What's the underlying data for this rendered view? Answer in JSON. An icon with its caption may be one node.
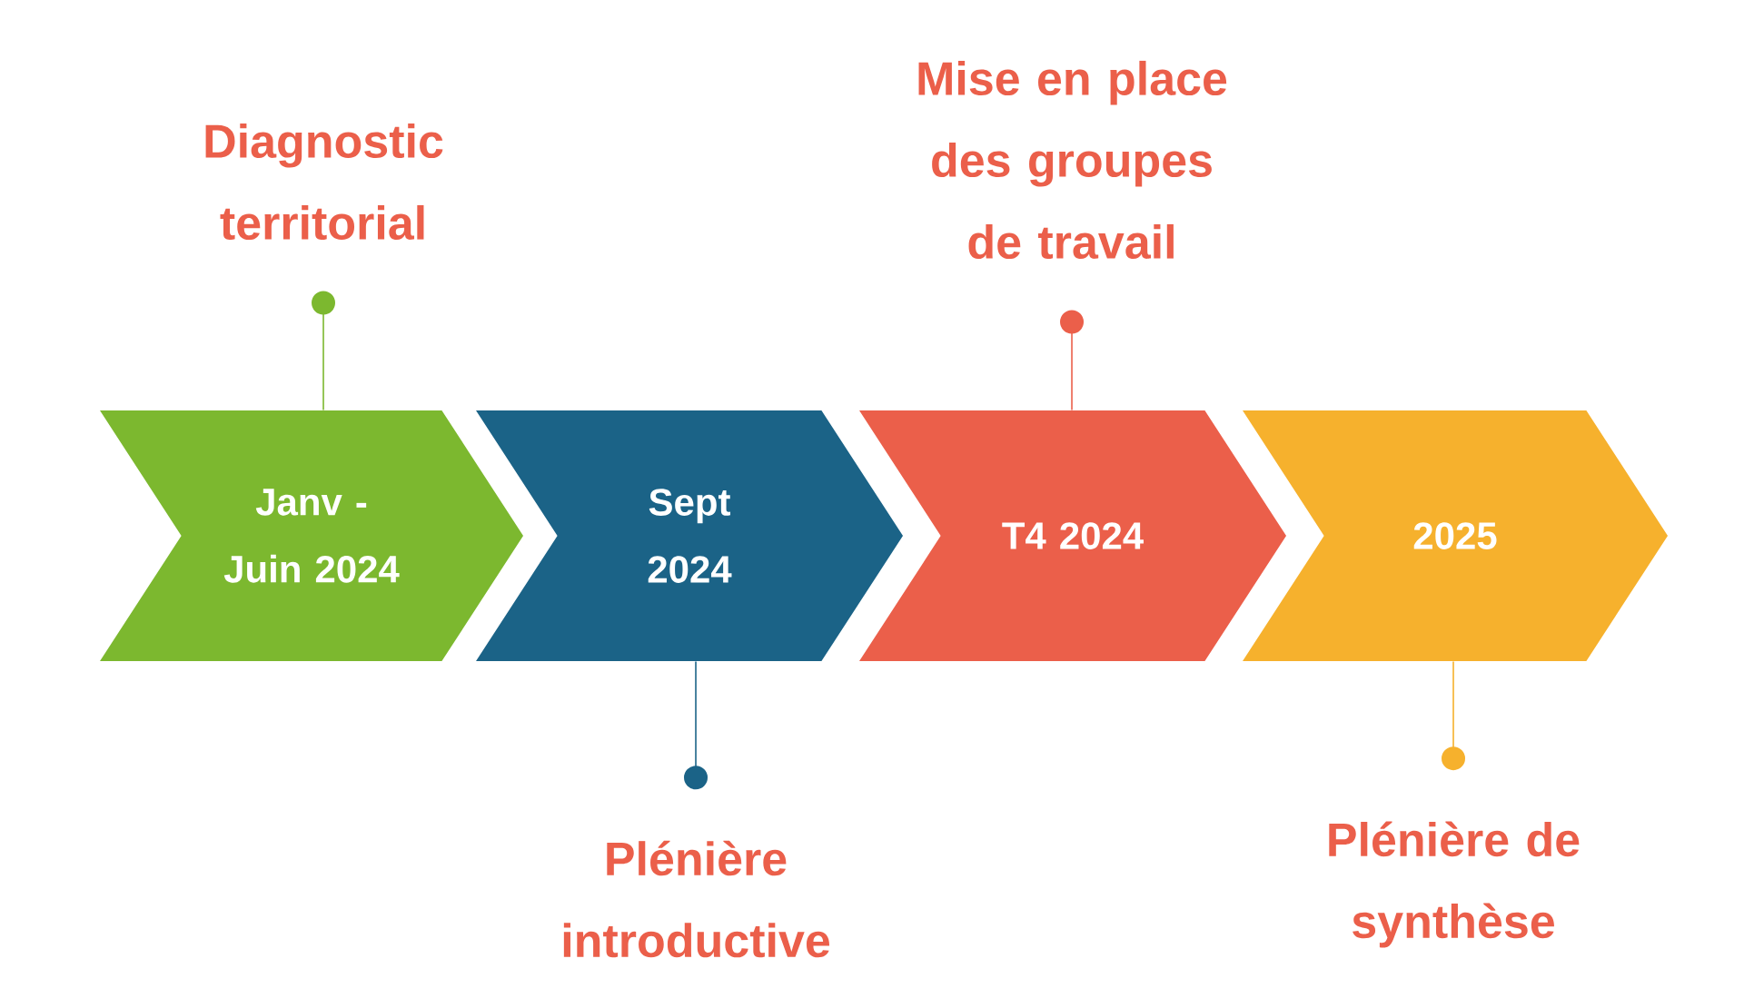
{
  "diagram": {
    "nodes": [
      {
        "text": [
          "Janv - Juin 2024"
        ]
      },
      {
        "text": [
          "Sept 2024"
        ]
      },
      {
        "text": [
          "T4 2024"
        ]
      },
      {
        "text": [
          "2025"
        ]
      },
      {
        "text": [
          "Diagnostic territorial"
        ]
      },
      {
        "text": [
          "Plénière introductive"
        ]
      },
      {
        "text": [
          "Mise en place des groupes de travail"
        ]
      },
      {
        "text": [
          "Plénière de synthèse"
        ]
      }
    ],
    "edges": [
      {
        "from": 4,
        "to": 0,
        "arrow": "other",
        "color": "#7cb82f"
      },
      {
        "from": 5,
        "to": 1,
        "arrow": "other",
        "color": "#1b6387"
      },
      {
        "from": 6,
        "to": 2,
        "arrow": "other",
        "color": "#eb5f4a"
      },
      {
        "from": 7,
        "to": 3,
        "arrow": "other",
        "color": "#f6b12d"
      }
    ]
  }
}
